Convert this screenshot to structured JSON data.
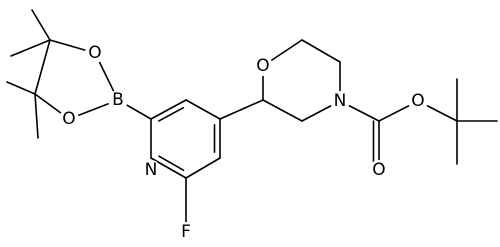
{
  "molecule": {
    "atom_labels": {
      "O_ring_top": "O",
      "O_ring_bottom": "O",
      "B": "B",
      "N_pyridine": "N",
      "F": "F",
      "O_morpholine": "O",
      "N_morpholine": "N",
      "O_carbonyl": "O",
      "O_ester": "O"
    }
  }
}
